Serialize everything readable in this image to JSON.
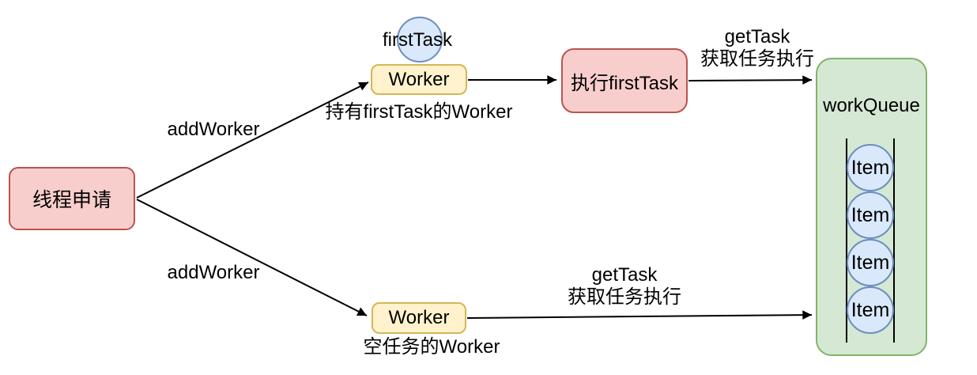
{
  "diagram": {
    "colors": {
      "background": "#ffffff",
      "text": "#000000",
      "arrow": "#000000",
      "node_pink_fill": "#f8cecc",
      "node_pink_stroke": "#b85450",
      "node_yellow_fill": "#fff2cc",
      "node_yellow_stroke": "#d6b656",
      "node_blue_fill": "#dae8fc",
      "node_blue_stroke": "#6c8ebf",
      "node_green_fill": "#d5e8d4",
      "node_green_stroke": "#82b366"
    },
    "nodes": {
      "thread_request": {
        "label": "线程申请"
      },
      "first_task": {
        "label": "firstTask"
      },
      "worker_top": {
        "label": "Worker",
        "caption": "持有firstTask的Worker"
      },
      "exec_first_task": {
        "label": "执行firstTask"
      },
      "worker_bottom": {
        "label": "Worker",
        "caption": "空任务的Worker"
      },
      "work_queue": {
        "label": "workQueue",
        "items": [
          "Item",
          "Item",
          "Item",
          "Item"
        ]
      }
    },
    "edges": {
      "add_worker_top": {
        "label": "addWorker"
      },
      "add_worker_bottom": {
        "label": "addWorker"
      },
      "get_task_top": {
        "label_line1": "getTask",
        "label_line2": "获取任务执行"
      },
      "get_task_bottom": {
        "label_line1": "getTask",
        "label_line2": "获取任务执行"
      }
    }
  }
}
